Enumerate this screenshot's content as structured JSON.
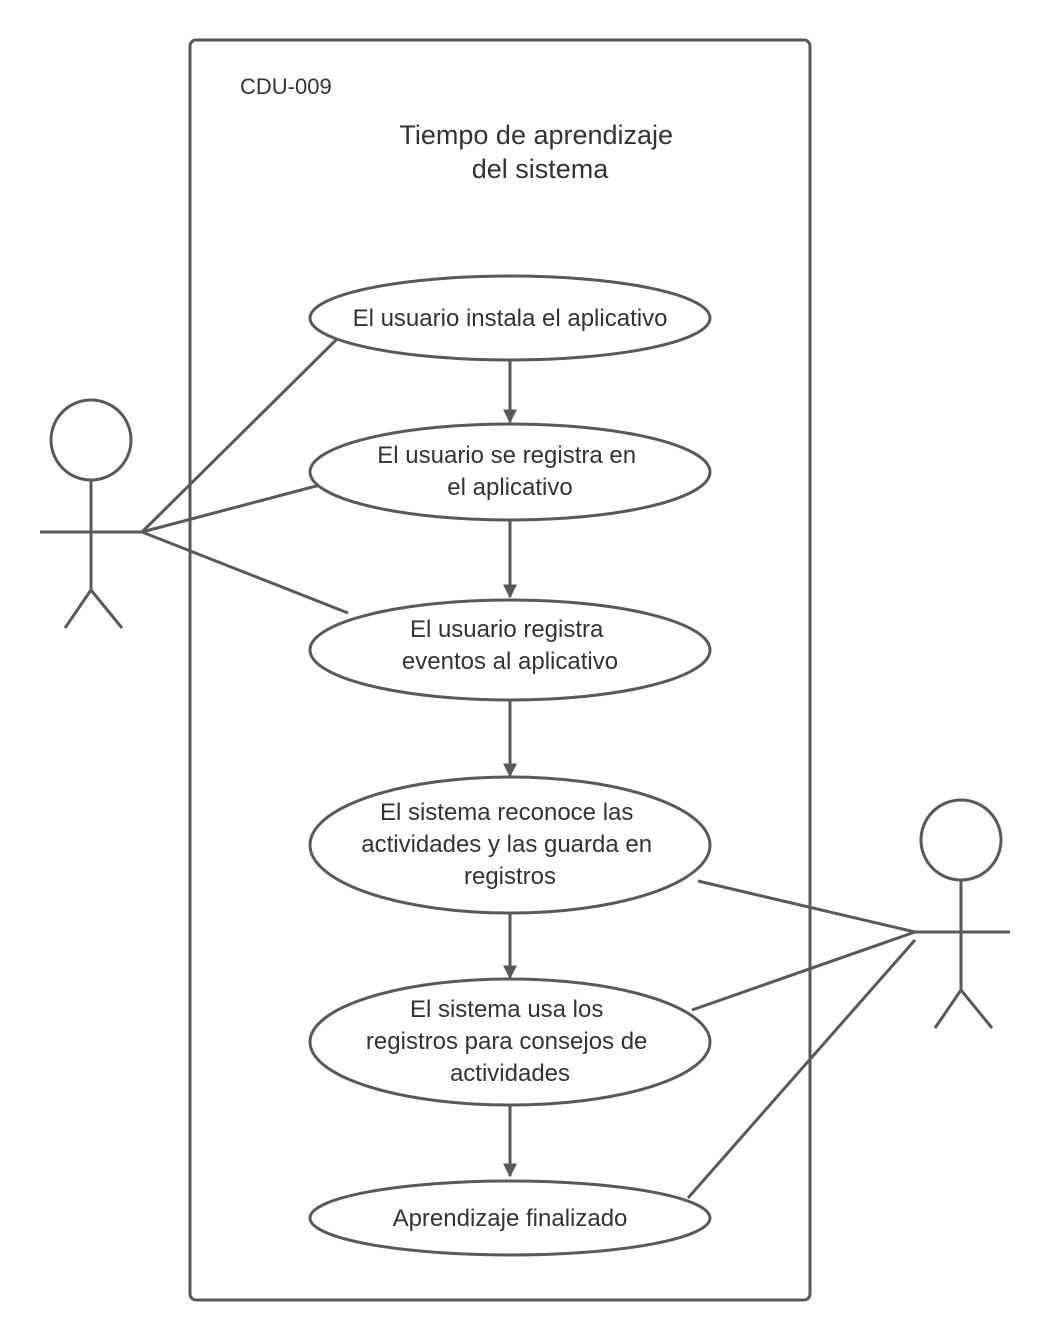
{
  "diagram": {
    "boundary": {
      "code": "CDU-009",
      "title_lines": [
        "Tiempo de aprendizaje",
        "del sistema"
      ]
    },
    "use_cases": [
      {
        "id": "uc1",
        "lines": [
          "El usuario instala el aplicativo"
        ]
      },
      {
        "id": "uc2",
        "lines": [
          "El usuario se registra en",
          "el aplicativo"
        ]
      },
      {
        "id": "uc3",
        "lines": [
          "El usuario registra",
          "eventos al aplicativo"
        ]
      },
      {
        "id": "uc4",
        "lines": [
          "El sistema reconoce las",
          "actividades y las guarda en",
          "registros"
        ]
      },
      {
        "id": "uc5",
        "lines": [
          "El sistema usa los",
          "registros para consejos de",
          "actividades"
        ]
      },
      {
        "id": "uc6",
        "lines": [
          "Aprendizaje finalizado"
        ]
      }
    ],
    "actors": [
      {
        "id": "actor-left"
      },
      {
        "id": "actor-right"
      }
    ],
    "flows": [
      {
        "from": "uc1",
        "to": "uc2"
      },
      {
        "from": "uc2",
        "to": "uc3"
      },
      {
        "from": "uc3",
        "to": "uc4"
      },
      {
        "from": "uc4",
        "to": "uc5"
      },
      {
        "from": "uc5",
        "to": "uc6"
      }
    ],
    "associations": [
      {
        "actor": "actor-left",
        "use_case": "uc1"
      },
      {
        "actor": "actor-left",
        "use_case": "uc2"
      },
      {
        "actor": "actor-left",
        "use_case": "uc3"
      },
      {
        "actor": "actor-right",
        "use_case": "uc4"
      },
      {
        "actor": "actor-right",
        "use_case": "uc5"
      },
      {
        "actor": "actor-right",
        "use_case": "uc6"
      }
    ],
    "colors": {
      "stroke": "#595959",
      "text": "#333333",
      "background": "#ffffff"
    }
  }
}
